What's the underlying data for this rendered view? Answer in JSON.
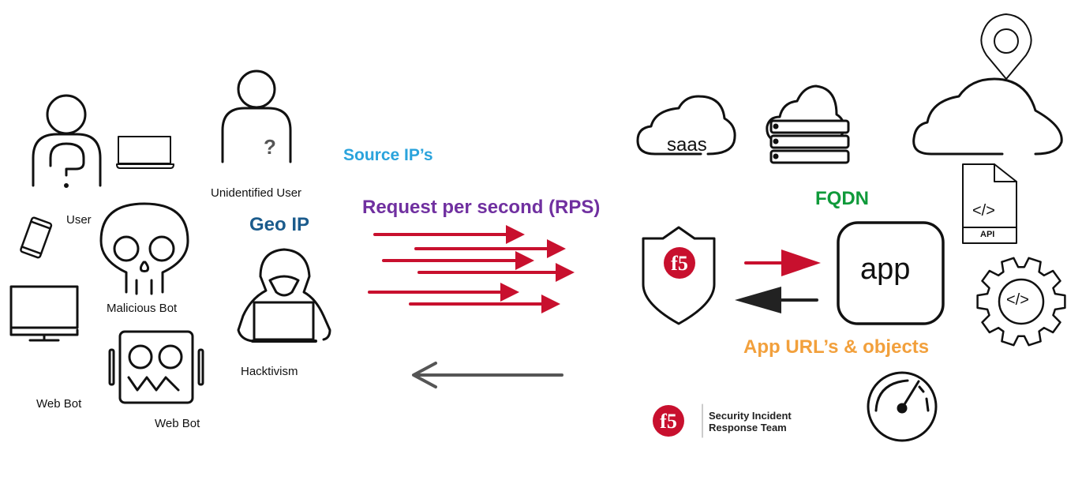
{
  "labels": {
    "user": "User",
    "malicious_bot": "Malicious  Bot",
    "web_bot_1": "Web Bot",
    "web_bot_2": "Web Bot",
    "unidentified_user": "Unidentified User",
    "unidentified_mark": "?",
    "geo_ip": "Geo IP",
    "hacktivism": "Hacktivism",
    "source_ips": "Source IP’s",
    "rps": "Request per second (RPS)",
    "fqdn": "FQDN",
    "app_urls": "App URL’s & objects",
    "app": "app",
    "saas": "saas",
    "api": "API",
    "code": "</>"
  },
  "logo": {
    "brand": "f5",
    "team_line1": "Security Incident",
    "team_line2": "Response Team"
  },
  "colors": {
    "geo_ip": "#1b5b8c",
    "source_ips": "#2aa3dc",
    "rps": "#7030a0",
    "fqdn": "#0f9a3a",
    "app_urls": "#f2a03c",
    "f5_red": "#c8102e",
    "request_arrow": "#c8102e",
    "response_arrow": "#555555"
  },
  "icons": [
    "user-question-icon",
    "laptop-icon",
    "tablet-icon",
    "skull-icon",
    "monitor-icon",
    "robot-icon",
    "unidentified-user-icon",
    "hacker-icon",
    "request-arrows",
    "response-arrow",
    "f5-shield-icon",
    "app-icon",
    "saas-cloud-icon",
    "server-cloud-icon",
    "location-cloud-icon",
    "api-document-icon",
    "code-gear-icon",
    "gauge-icon"
  ]
}
